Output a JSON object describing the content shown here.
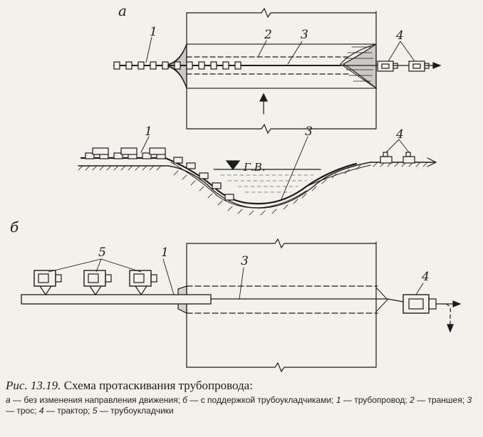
{
  "labels": {
    "a": "а",
    "b": "б",
    "n1": "1",
    "n2": "2",
    "n3": "3",
    "n4": "4",
    "n5": "5",
    "water_level": "Г.В."
  },
  "caption": {
    "prefix": "Рис. 13.19.",
    "title": "Схема протаскивания трубопровода:",
    "legend": [
      {
        "key": "а",
        "text": " — без изменения направления движения; "
      },
      {
        "key": "б",
        "text": " — с поддержкой трубоукладчиками; "
      },
      {
        "key": "1",
        "text": " — трубопровод; "
      },
      {
        "key": "2",
        "text": " — траншея; "
      },
      {
        "key": "3",
        "text": " — трос; "
      },
      {
        "key": "4",
        "text": " — трактор; "
      },
      {
        "key": "5",
        "text": " — трубоукладчики"
      }
    ]
  }
}
